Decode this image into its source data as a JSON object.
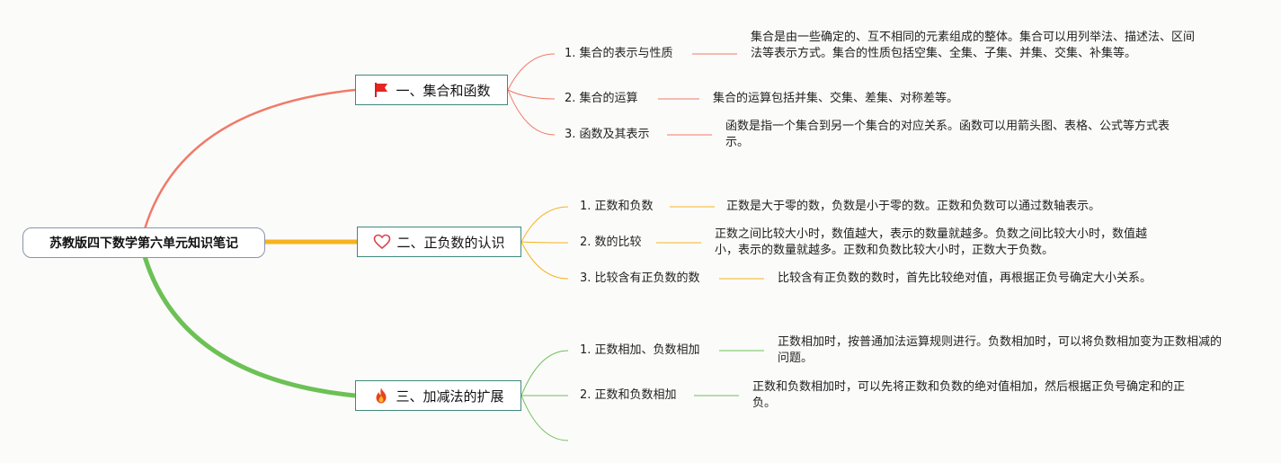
{
  "root": {
    "title": "苏教版四下数学第六单元知识笔记"
  },
  "colors": {
    "branch1": "#f07a68",
    "branch2": "#f6b320",
    "branch3": "#6cc155",
    "border": "#3f8a7c"
  },
  "branches": [
    {
      "label": "一、集合和函数",
      "icon": "flag-icon",
      "topics": [
        {
          "title": "1. 集合的表示与性质",
          "desc": "集合是由一些确定的、互不相同的元素组成的整体。集合可以用列举法、描述法、区间法等表示方式。集合的性质包括空集、全集、子集、并集、交集、补集等。"
        },
        {
          "title": "2. 集合的运算",
          "desc": "集合的运算包括并集、交集、差集、对称差等。"
        },
        {
          "title": "3. 函数及其表示",
          "desc": "函数是指一个集合到另一个集合的对应关系。函数可以用箭头图、表格、公式等方式表示。"
        }
      ]
    },
    {
      "label": "二、正负数的认识",
      "icon": "heart-icon",
      "topics": [
        {
          "title": "1. 正数和负数",
          "desc": "正数是大于零的数，负数是小于零的数。正数和负数可以通过数轴表示。"
        },
        {
          "title": "2. 数的比较",
          "desc": "正数之间比较大小时，数值越大，表示的数量就越多。负数之间比较大小时，数值越小，表示的数量就越多。正数和负数比较大小时，正数大于负数。"
        },
        {
          "title": "3. 比较含有正负数的数",
          "desc": "比较含有正负数的数时，首先比较绝对值，再根据正负号确定大小关系。"
        }
      ]
    },
    {
      "label": "三、加减法的扩展",
      "icon": "fire-icon",
      "topics": [
        {
          "title": "1. 正数相加、负数相加",
          "desc": "正数相加时，按普通加法运算规则进行。负数相加时，可以将负数相加变为正数相减的问题。"
        },
        {
          "title": "2. 正数和负数相加",
          "desc": "正数和负数相加时，可以先将正数和负数的绝对值相加，然后根据正负号确定和的正负。"
        }
      ]
    }
  ]
}
